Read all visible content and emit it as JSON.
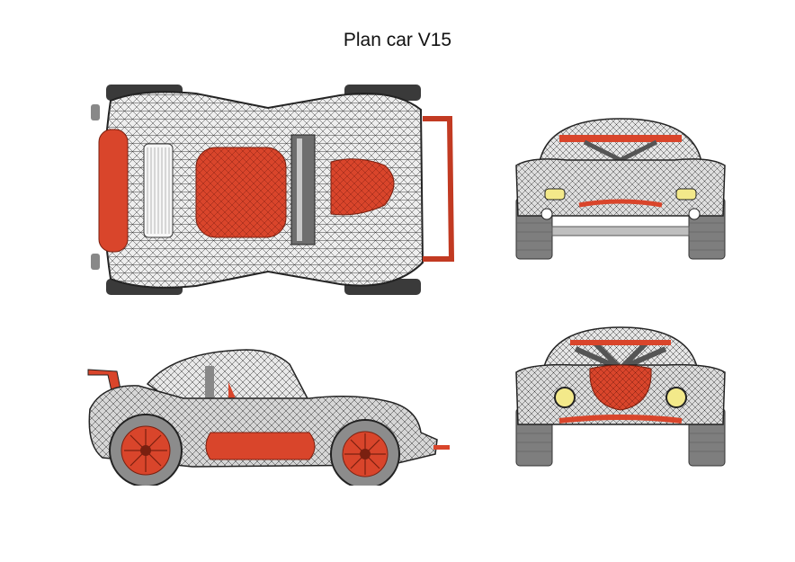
{
  "title": "Plan car V15",
  "views": [
    {
      "id": "top",
      "name": "top-view"
    },
    {
      "id": "rear",
      "name": "rear-view"
    },
    {
      "id": "side",
      "name": "side-view"
    },
    {
      "id": "front",
      "name": "front-view"
    }
  ],
  "colors": {
    "accent_red": "#d9452b",
    "mesh_dark": "#2b2b2b",
    "mesh_light": "#c8c8c8",
    "tire_grey": "#8c8c8c",
    "lamp_yellow": "#f3e98a"
  }
}
